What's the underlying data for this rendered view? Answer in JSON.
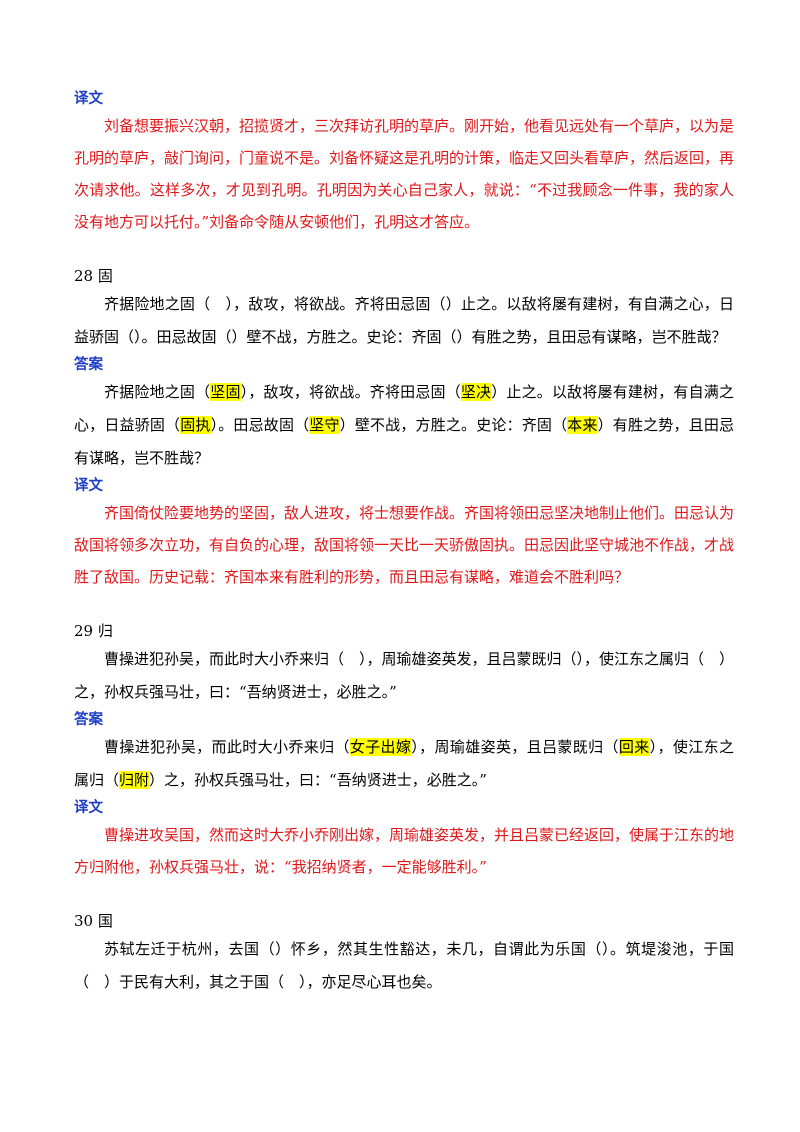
{
  "labels": {
    "translation": "译文",
    "answer": "答案"
  },
  "colors": {
    "label": "#1f3fc7",
    "translation_text": "#e0171a",
    "highlight": "#ffff00"
  },
  "intro_translation": "刘备想要振兴汉朝，招揽贤才，三次拜访孔明的草庐。刚开始，他看见远处有一个草庐，以为是孔明的草庐，敲门询问，门童说不是。刘备怀疑这是孔明的计策，临走又回头看草庐，然后返回，再次请求他。这样多次，才见到孔明。孔明因为关心自己家人，就说：“不过我顾念一件事，我的家人没有地方可以托付。”刘备命令随从安顿他们，孔明这才答应。",
  "s28": {
    "heading": "28 固",
    "question": "齐据险地之固（　），敌攻，将欲战。齐将田忌固（）止之。以敌将屡有建树，有自满之心，日益骄固（）。田忌故固（）壁不战，方胜之。史论：齐固（）有胜之势，且田忌有谋略，岂不胜哉？",
    "answer": {
      "p1": "齐据险地之固（",
      "a1": "坚固",
      "p2": "），敌攻，将欲战。齐将田忌固（",
      "a2": "坚决",
      "p3": "）止之。以敌将屡有建树，有自满之心，日益骄固（",
      "a3": "固执",
      "p4": "）。田忌故固（",
      "a4": "坚守",
      "p5": "）壁不战，方胜之。史论：齐固（",
      "a5": "本来",
      "p6": "）有胜之势，且田忌有谋略，岂不胜哉？"
    },
    "translation": "齐国倚仗险要地势的坚固，敌人进攻，将士想要作战。齐国将领田忌坚决地制止他们。田忌认为敌国将领多次立功，有自负的心理，敌国将领一天比一天骄傲固执。田忌因此坚守城池不作战，才战胜了敌国。历史记载：齐国本来有胜利的形势，而且田忌有谋略，难道会不胜利吗？"
  },
  "s29": {
    "heading": "29 归",
    "question": "曹操进犯孙吴，而此时大小乔来归（　），周瑜雄姿英发，且吕蒙既归（），使江东之属归（　）之，孙权兵强马壮，曰：“吾纳贤进士，必胜之。”",
    "answer": {
      "p1": "曹操进犯孙吴，而此时大小乔来归（",
      "a1": "女子出嫁",
      "p2": "），周瑜雄姿英，且吕蒙既归（",
      "a2": "回来",
      "p3": "），使江东之属归（",
      "a3": "归附",
      "p4": "）之，孙权兵强马壮，曰：“吾纳贤进士，必胜之。”"
    },
    "translation": "曹操进攻吴国，然而这时大乔小乔刚出嫁，周瑜雄姿英发，并且吕蒙已经返回，使属于江东的地方归附他，孙权兵强马壮，说：“我招纳贤者，一定能够胜利。”"
  },
  "s30": {
    "heading": "30 国",
    "question": "苏轼左迁于杭州，去国（）怀乡，然其生性豁达，未几，自谓此为乐国（）。筑堤浚池，于国（　）于民有大利，其之于国（　），亦足尽心耳也矣。"
  }
}
